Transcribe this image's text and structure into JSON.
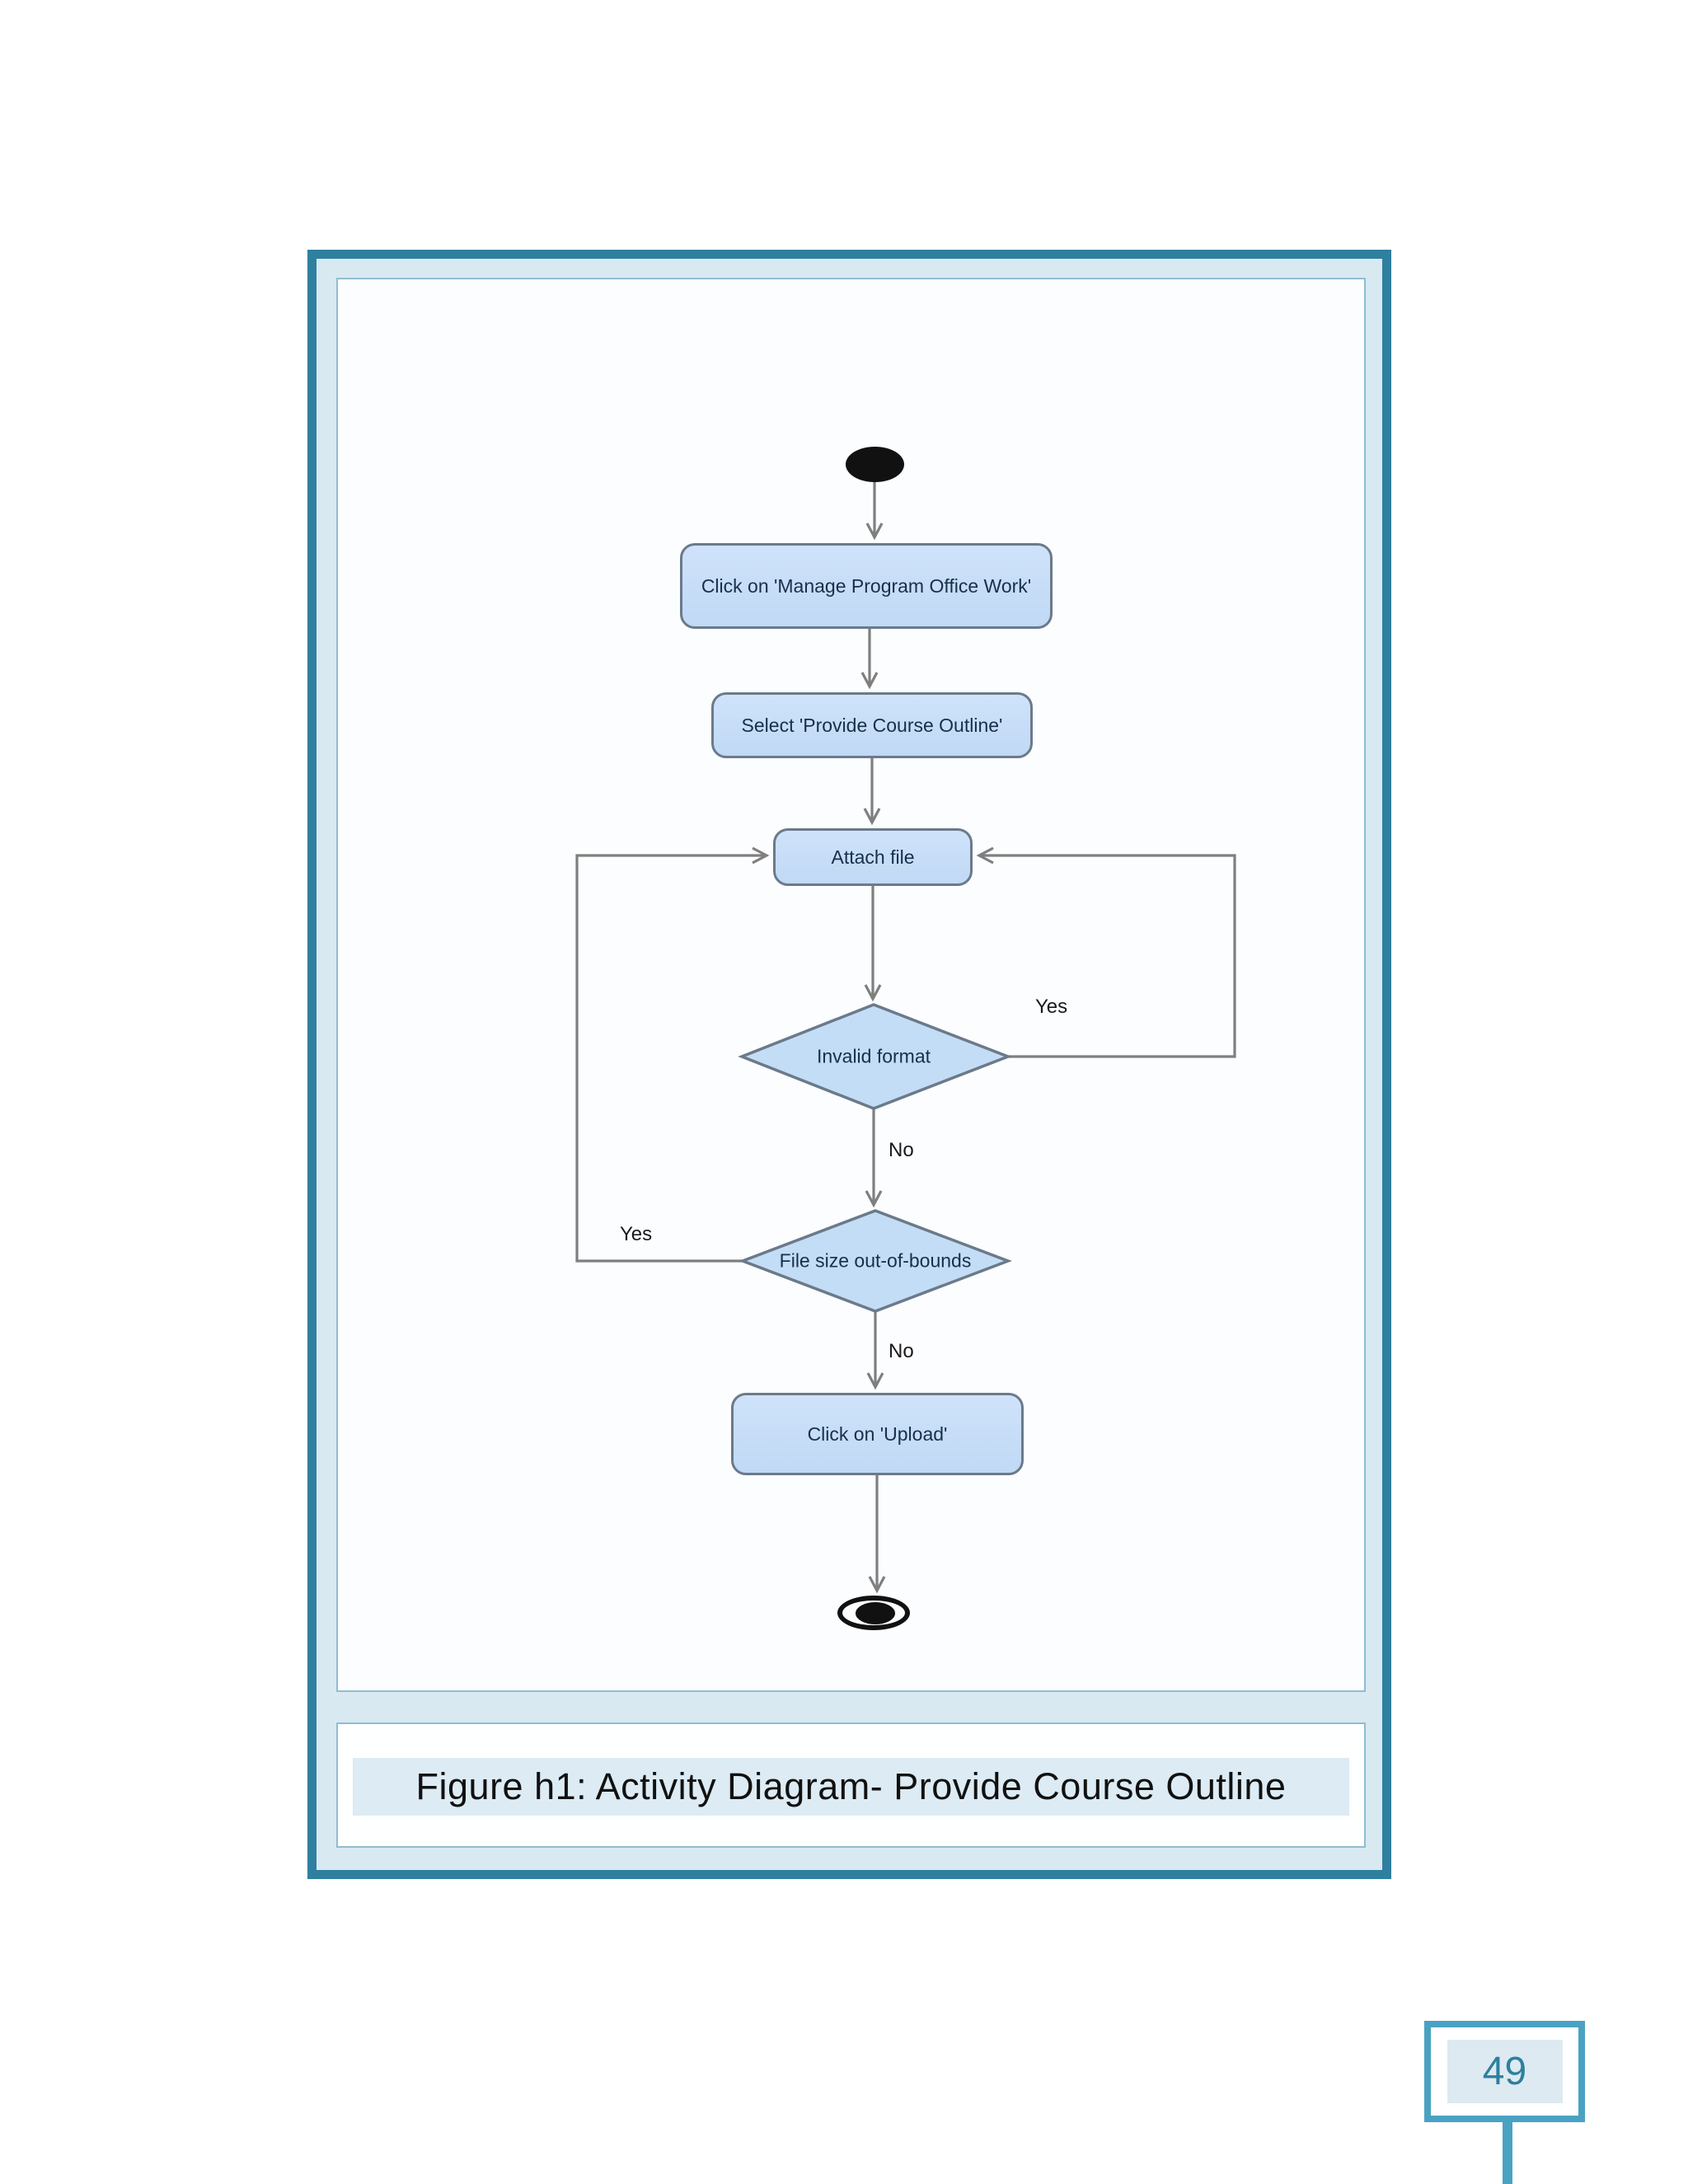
{
  "page": {
    "number": "49"
  },
  "caption": {
    "text": "Figure h1: Activity Diagram- Provide Course Outline"
  },
  "diagram": {
    "nodes": {
      "step1": "Click on 'Manage Program Office Work'",
      "step2": "Select 'Provide Course Outline'",
      "step3": "Attach file",
      "decision1": "Invalid format",
      "decision2": "File size out-of-bounds",
      "step4": "Click on 'Upload'"
    },
    "labels": {
      "d1_yes": "Yes",
      "d1_no": "No",
      "d2_yes": "Yes",
      "d2_no": "No"
    },
    "colors": {
      "frame_border": "#2f7f9f",
      "panel_bg": "#d9e9f2",
      "inner_border": "#8fbdd1",
      "node_fill": "#c6def7",
      "node_border": "#6b7a8a",
      "flow_line": "#7f7f7f",
      "node_text": "#17304a",
      "caption_band": "#dcebf4",
      "page_box_border": "#4aa2c2",
      "page_number_text": "#2e7f9e",
      "page_number_bg": "#ddeaf1"
    }
  }
}
